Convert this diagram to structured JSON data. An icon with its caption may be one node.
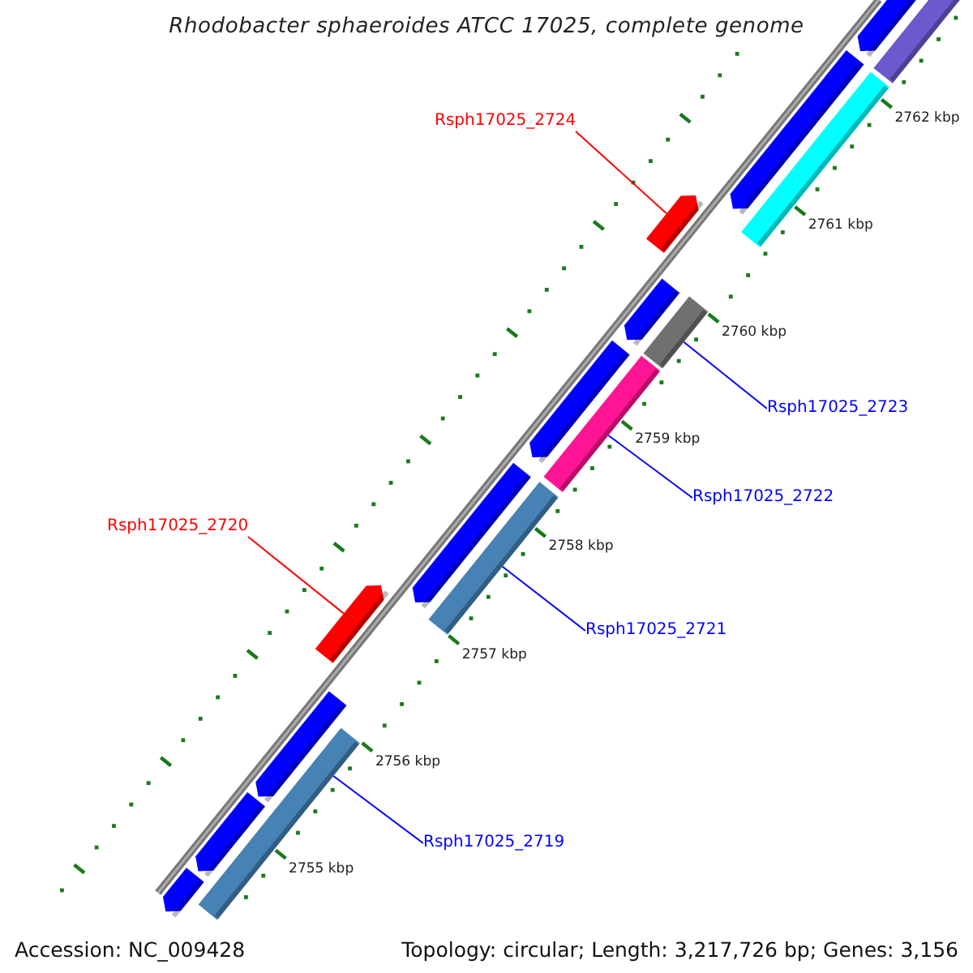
{
  "diagram": {
    "title": "Rhodobacter sphaeroides ATCC 17025, complete genome",
    "nodes": [
      {
        "text": [
          "Rsph17025_2724"
        ]
      },
      {
        "text": [
          "Rsph17025_2723"
        ]
      },
      {
        "text": [
          "Rsph17025_2722"
        ]
      },
      {
        "text": [
          "Rsph17025_2720"
        ]
      },
      {
        "text": [
          "Rsph17025_2721"
        ]
      },
      {
        "text": [
          "Rsph17025_2719"
        ]
      },
      {
        "text": [],
        "shape": "bar"
      },
      {
        "text": [],
        "shape": "bar"
      },
      {
        "text": [],
        "shape": "bar"
      },
      {
        "text": [],
        "shape": "bar"
      },
      {
        "text": [],
        "shape": "bar"
      },
      {
        "text": [],
        "shape": "bar"
      }
    ],
    "edges": [
      {
        "from": 0,
        "to": 6,
        "arrow": "none",
        "color": "#ff0000"
      },
      {
        "from": 1,
        "to": 7,
        "arrow": "none"
      },
      {
        "from": 2,
        "to": 8,
        "arrow": "none"
      },
      {
        "from": 3,
        "to": 10,
        "arrow": "none",
        "color": "#ff0000"
      },
      {
        "from": 4,
        "to": 9,
        "arrow": "none"
      },
      {
        "from": 5,
        "to": 11,
        "arrow": "none"
      }
    ],
    "labels": [
      "2762 kbp",
      "2761 kbp",
      "2760 kbp",
      "2759 kbp",
      "2758 kbp",
      "2757 kbp",
      "2756 kbp",
      "2755 kbp",
      "Accession: NC_009428",
      "Topology: circular; Length: 3,217,726 bp; Genes: 3,156"
    ]
  }
}
